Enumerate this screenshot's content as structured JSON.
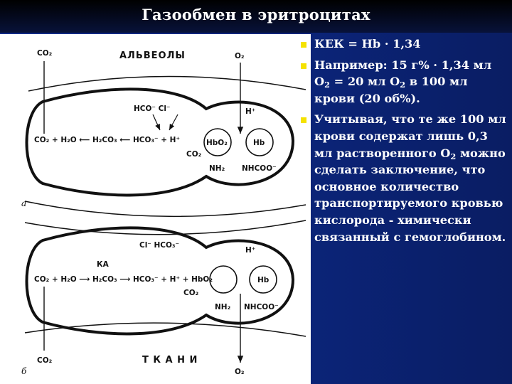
{
  "title": "Газообмен в эритроцитах",
  "bullets": [
    {
      "segments": [
        {
          "t": "КЕК = Hb · 1,34"
        }
      ]
    },
    {
      "segments": [
        {
          "t": "Например: 15 г% · 1,34 мл O"
        },
        {
          "sub": "2"
        },
        {
          "t": " = 20 мл O"
        },
        {
          "sub": "2"
        },
        {
          "t": " в 100 мл крови (20 об%)."
        }
      ]
    },
    {
      "segments": [
        {
          "t": "Учитывая, что те же 100 мл крови содержат лишь 0,3 мл растворенного O"
        },
        {
          "sub": "2"
        },
        {
          "t": " можно сделать заключение, что основное количество транспортируемого кровью кислорода - химически связанный с гемоглобином."
        }
      ]
    }
  ],
  "diagram": {
    "top": {
      "header": "АЛЬВЕОЛЫ",
      "co2_out": "CO₂",
      "o2_in": "O₂",
      "hco3_cl": "HCO⁻ Cl⁻",
      "equation": "CO₂ + H₂O ⟵ H₂CO₃ ⟵ HCO₃⁻ + H⁺",
      "hbo2": "HbO₂",
      "hb": "Hb",
      "hplus": "H⁺",
      "co2": "CO₂",
      "nh2": "NH₂",
      "nhcoo": "NHCOO⁻",
      "panel_letter": "а"
    },
    "bottom": {
      "cl_hco3": "Cl⁻   HCO₃⁻",
      "ka": "КА",
      "equation": "CO₂ + H₂O ⟶ H₂CO₃ ⟶ HCO₃⁻ + H⁺ + HbO₂",
      "hb": "Hb",
      "hplus": "H⁺",
      "co2": "CO₂",
      "nh2": "NH₂",
      "nhcoo": "NHCOO⁻",
      "header": "Т К А Н И",
      "co2_in": "CO₂",
      "o2_out": "O₂",
      "panel_letter": "б"
    }
  },
  "colors": {
    "background": "#0b2478",
    "bullet": "#f5e200",
    "text": "#ffffff"
  }
}
